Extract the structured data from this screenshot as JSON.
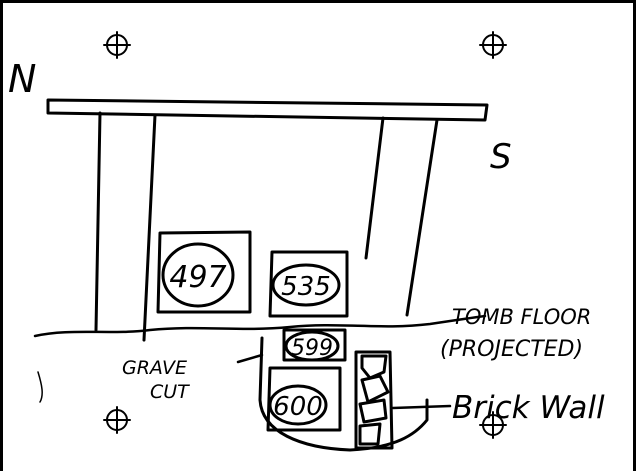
{
  "compass": {
    "north": "N",
    "south": "S"
  },
  "contexts": [
    {
      "id": "ctx-497",
      "label": "497"
    },
    {
      "id": "ctx-535",
      "label": "535"
    },
    {
      "id": "ctx-599",
      "label": "599"
    },
    {
      "id": "ctx-600",
      "label": "600"
    }
  ],
  "annotations": {
    "tomb_floor_line1": "TOMB FLOOR",
    "tomb_floor_line2": "(PROJECTED)",
    "grave_cut_line1": "GRAVE",
    "grave_cut_line2": "CUT",
    "brick_wall": "Brick Wall"
  },
  "registration_marks": 4
}
